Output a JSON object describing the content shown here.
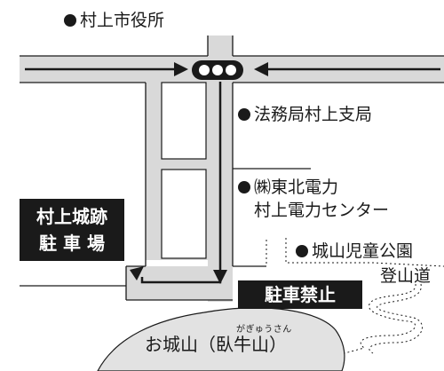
{
  "labels": {
    "city_office": "村上市役所",
    "legal_bureau": "法務局村上支局",
    "tohoku_line1": "㈱東北電力",
    "tohoku_line2": "村上電力センター",
    "park": "城山児童公園",
    "trail": "登山道",
    "parking_line1": "村上城跡",
    "parking_line2": "駐 車 場",
    "no_parking": "駐車禁止",
    "mountain": "お城山（臥牛山）",
    "mountain_reading": "がぎゅうさん"
  },
  "colors": {
    "road": "#d9d9d9",
    "line": "#1a1a1a",
    "label_bg": "#1a1a1a",
    "label_text": "#ffffff",
    "mountain_fill": "#e2e2e2"
  },
  "icons": [
    "traffic-signal-icon",
    "bullet-icon",
    "arrow-icon"
  ]
}
